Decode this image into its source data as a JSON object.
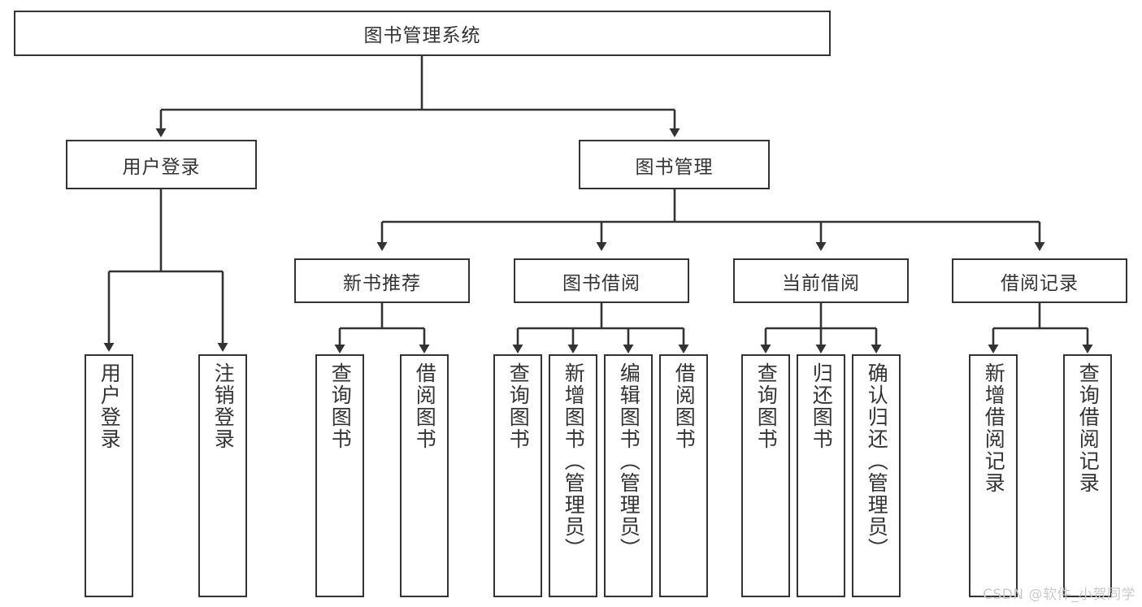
{
  "diagram": {
    "title": "图书管理系统",
    "type": "hierarchy-tree",
    "watermark": "CSDN @软件_小贺同学",
    "levels": {
      "root": {
        "label": "图书管理系统"
      },
      "level2": [
        {
          "label": "用户登录"
        },
        {
          "label": "图书管理"
        }
      ],
      "level3": [
        {
          "label": "新书推荐"
        },
        {
          "label": "图书借阅"
        },
        {
          "label": "当前借阅"
        },
        {
          "label": "借阅记录"
        }
      ],
      "leaves": {
        "user_login": [
          {
            "label": "用户登录"
          },
          {
            "label": "注销登录"
          }
        ],
        "new_book_recommend": [
          {
            "label": "查询图书"
          },
          {
            "label": "借阅图书"
          }
        ],
        "book_borrow": [
          {
            "label": "查询图书"
          },
          {
            "label": "新增图书（管理员）"
          },
          {
            "label": "编辑图书（管理员）"
          },
          {
            "label": "借阅图书"
          }
        ],
        "current_borrow": [
          {
            "label": "查询图书"
          },
          {
            "label": "归还图书"
          },
          {
            "label": "确认归还（管理员）"
          }
        ],
        "borrow_record": [
          {
            "label": "新增借阅记录"
          },
          {
            "label": "查询借阅记录"
          }
        ]
      }
    },
    "colors": {
      "stroke": "#333333",
      "fill": "#ffffff",
      "text": "#333333",
      "watermark": "#c9c9c9"
    }
  }
}
